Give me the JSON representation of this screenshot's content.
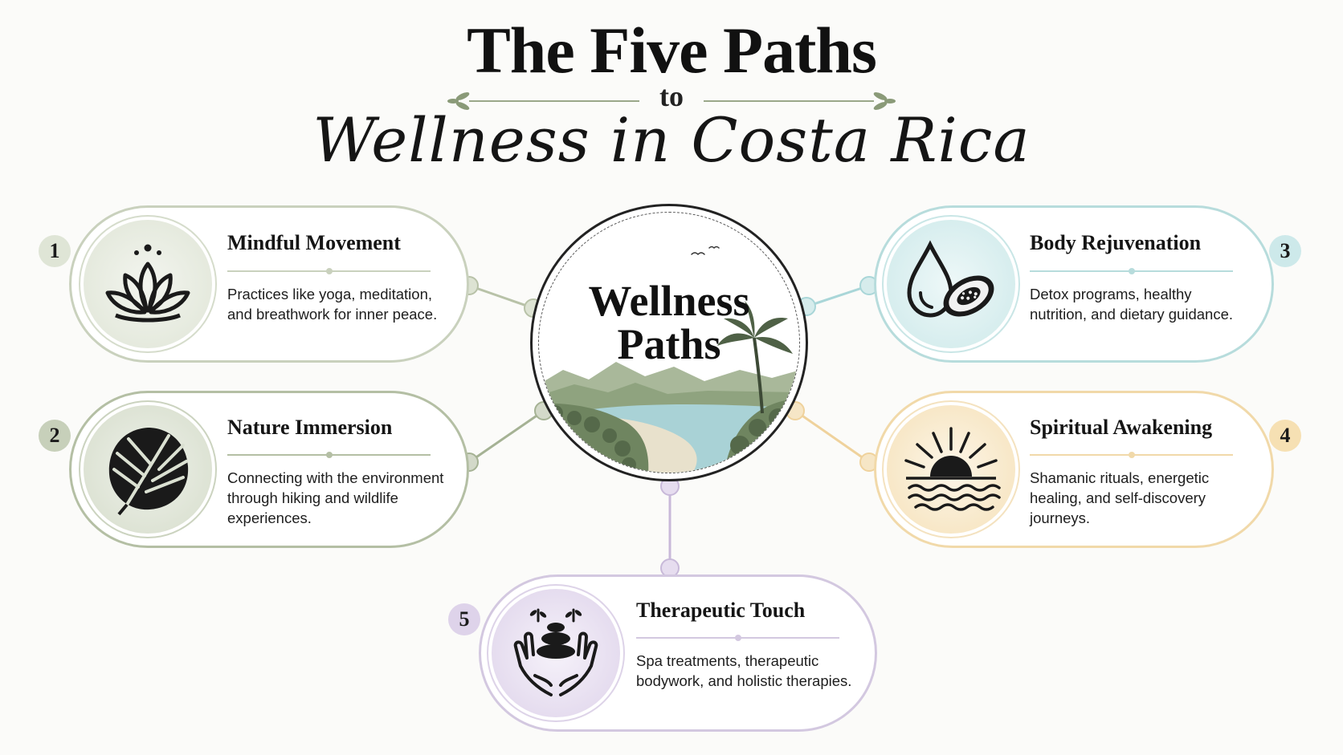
{
  "title": {
    "main": "The Five Paths",
    "connector": "to",
    "script": "Wellness in Costa Rica"
  },
  "center": {
    "title_line1": "Wellness",
    "title_line2": "Paths"
  },
  "paths": [
    {
      "number": "1",
      "title": "Mindful Movement",
      "description": "Practices like yoga, meditation, and breathwork for inner peace.",
      "icon": "lotus-icon",
      "color": "#b5c1a3"
    },
    {
      "number": "2",
      "title": "Nature Immersion",
      "description": "Connecting with the environment through hiking and wildlife experiences.",
      "icon": "monstera-leaf-icon",
      "color": "#a5b294"
    },
    {
      "number": "3",
      "title": "Body Rejuvenation",
      "description": "Detox programs, healthy nutrition, and dietary guidance.",
      "icon": "water-drop-papaya-icon",
      "color": "#a9d6d8"
    },
    {
      "number": "4",
      "title": "Spiritual Awakening",
      "description": "Shamanic rituals, energetic healing, and self-discovery journeys.",
      "icon": "sunrise-icon",
      "color": "#efd29c"
    },
    {
      "number": "5",
      "title": "Therapeutic Touch",
      "description": "Spa treatments, therapeutic bodywork, and holistic therapies.",
      "icon": "hands-stones-icon",
      "color": "#c8b9d9"
    }
  ]
}
